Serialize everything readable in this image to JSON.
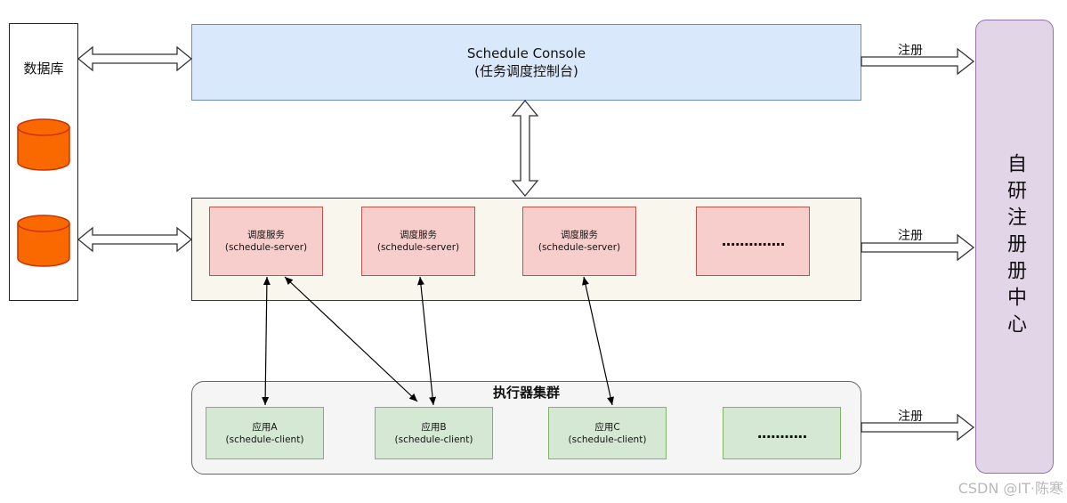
{
  "database": {
    "label": "数据库"
  },
  "console": {
    "line1": "Schedule Console",
    "line2": "(任务调度控制台)"
  },
  "servers": [
    {
      "line1": "调度服务",
      "line2": "(schedule-server)"
    },
    {
      "line1": "调度服务",
      "line2": "(schedule-server)"
    },
    {
      "line1": "调度服务",
      "line2": "(schedule-server)"
    },
    {
      "line1": "",
      "line2": ""
    }
  ],
  "servers_more": "..............",
  "cluster": {
    "title": "执行器集群"
  },
  "clients": [
    {
      "line1": "应用A",
      "line2": "(schedule-client)"
    },
    {
      "line1": "应用B",
      "line2": "(schedule-client)"
    },
    {
      "line1": "应用C",
      "line2": "(schedule-client)"
    }
  ],
  "clients_more": "...........",
  "register_labels": [
    "注册",
    "注册",
    "注册"
  ],
  "registry": {
    "label": "自研注册册中心"
  },
  "watermark": "CSDN @IT·陈寒",
  "colors": {
    "console_fill": "#dae8fc",
    "console_stroke": "#6c8ebf",
    "server_fill": "#f8cecc",
    "server_stroke": "#b85450",
    "client_fill": "#d5e8d4",
    "client_stroke": "#82b366",
    "registry_fill": "#e1d5e7",
    "registry_stroke": "#9673a6",
    "database_fill": "#fa6800",
    "database_stroke": "#c73500"
  }
}
